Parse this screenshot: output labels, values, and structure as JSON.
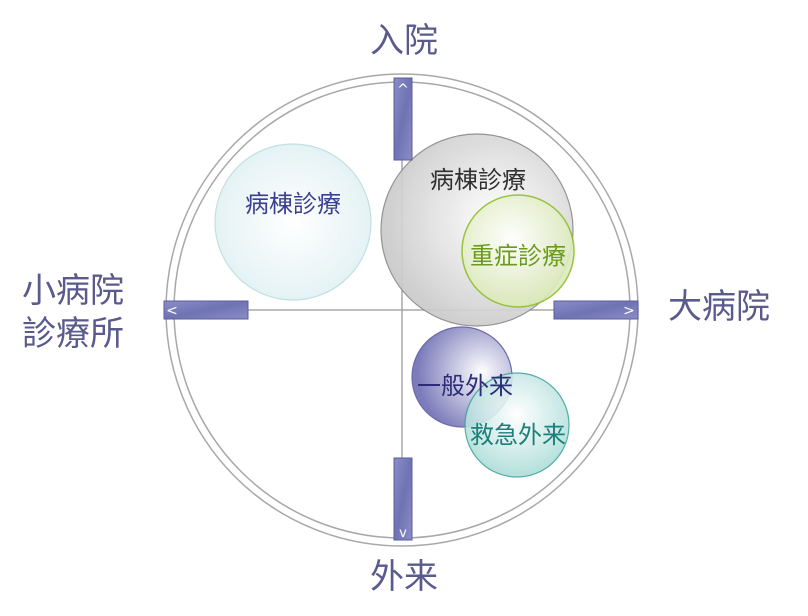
{
  "axes": {
    "top": "入院",
    "bottom": "外来",
    "right": "大病院",
    "left_line1": "小病院",
    "left_line2": "診療所"
  },
  "circles": {
    "left_upper": {
      "label": "病棟診療",
      "color": "#3a3f8f"
    },
    "right_upper_large": {
      "label": "病棟診療",
      "color": "#303030"
    },
    "severe_care": {
      "label": "重症診療",
      "color": "#6a9a1e"
    },
    "general_outpatient": {
      "label": "一般外来",
      "color": "#2c2c78"
    },
    "emergency_outpatient": {
      "label": "救急外来",
      "color": "#1b7f7a"
    }
  },
  "arrows": {
    "up_glyph": "^",
    "down_glyph": "v",
    "left_glyph": "<",
    "right_glyph": ">"
  }
}
